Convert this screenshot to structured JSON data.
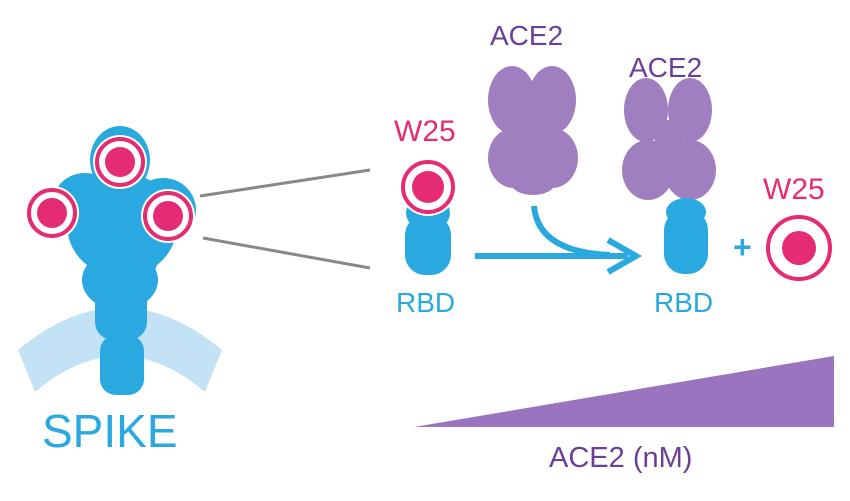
{
  "labels": {
    "spike": "SPIKE",
    "rbd_left": "RBD",
    "rbd_right": "RBD",
    "w25_left": "W25",
    "w25_right": "W25",
    "ace2_top": "ACE2",
    "ace2_bound": "ACE2",
    "plus": "+",
    "gradient_axis": "ACE2 (nM)"
  },
  "colors": {
    "spike_blue": "#29a9e0",
    "membrane_light_blue": "#c3e2f5",
    "ace2_purple": "#a07fc0",
    "label_purple": "#6b3f98",
    "w25_pink": "#e62b75",
    "connector_gray": "#888888"
  }
}
